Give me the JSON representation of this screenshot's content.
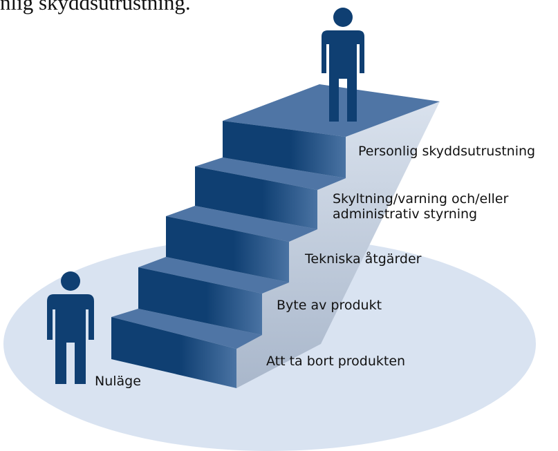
{
  "caption": "nlig skyddsutrustning.",
  "colors": {
    "ellipse": "#d9e3f1",
    "step_front_dark": "#0f3f72",
    "step_front_light": "#4a73a3",
    "step_top": "#4f75a5",
    "side_wall_light": "#dce4ef",
    "side_wall_dark": "#a9b7cb",
    "person": "#0f3f72"
  },
  "steps": [
    {
      "label": "Att ta bort produkten"
    },
    {
      "label": "Byte av produkt"
    },
    {
      "label": "Tekniska åtgärder"
    },
    {
      "label_lines": [
        "Skyltning/varning och/eller",
        "administrativ styrning"
      ]
    },
    {
      "label": "Personlig skyddsutrustning"
    }
  ],
  "start_label": "Nuläge",
  "icons": [
    "person-icon-current",
    "person-icon-goal"
  ]
}
